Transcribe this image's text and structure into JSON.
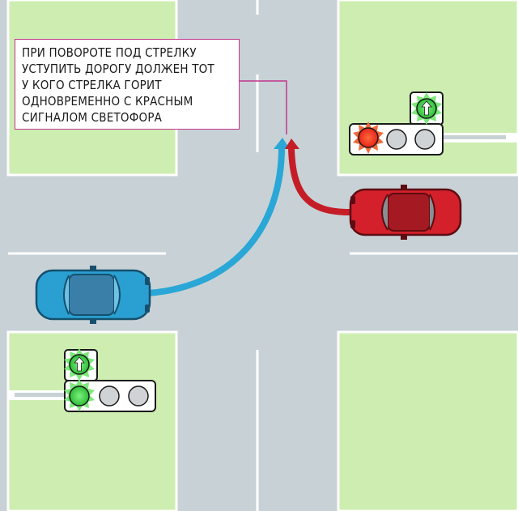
{
  "callout": {
    "lines": [
      "ПРИ ПОВОРОТЕ ПОД СТРЕЛКУ",
      "УСТУПИТЬ ДОРОГУ ДОЛЖЕН ТОТ",
      "У КОГО СТРЕЛКА ГОРИТ",
      "ОДНОВРЕМЕННО С КРАСНЫМ",
      "СИГНАЛОМ СВЕТОФОРА"
    ]
  },
  "colors": {
    "grass": "#cdeeb0",
    "road": "#c8d2d6",
    "lane_marking": "#ffffff",
    "blue_car": "#2a9fd1",
    "red_car": "#d3202a",
    "blue_path": "#2aa7d6",
    "red_path": "#c51d27",
    "signal_red": "#e8231b",
    "signal_green": "#33c63c",
    "callout_border": "#c2358c"
  },
  "traffic_lights": [
    {
      "id": "top-right",
      "main_signal": "red",
      "arrow_section": "green",
      "arrow_direction": "up"
    },
    {
      "id": "bottom-left",
      "main_signal": "green",
      "arrow_section": "green",
      "arrow_direction": "up"
    }
  ],
  "vehicles": [
    {
      "id": "blue-car",
      "color": "blue",
      "maneuver": "left turn"
    },
    {
      "id": "red-car",
      "color": "red",
      "maneuver": "right turn"
    }
  ]
}
